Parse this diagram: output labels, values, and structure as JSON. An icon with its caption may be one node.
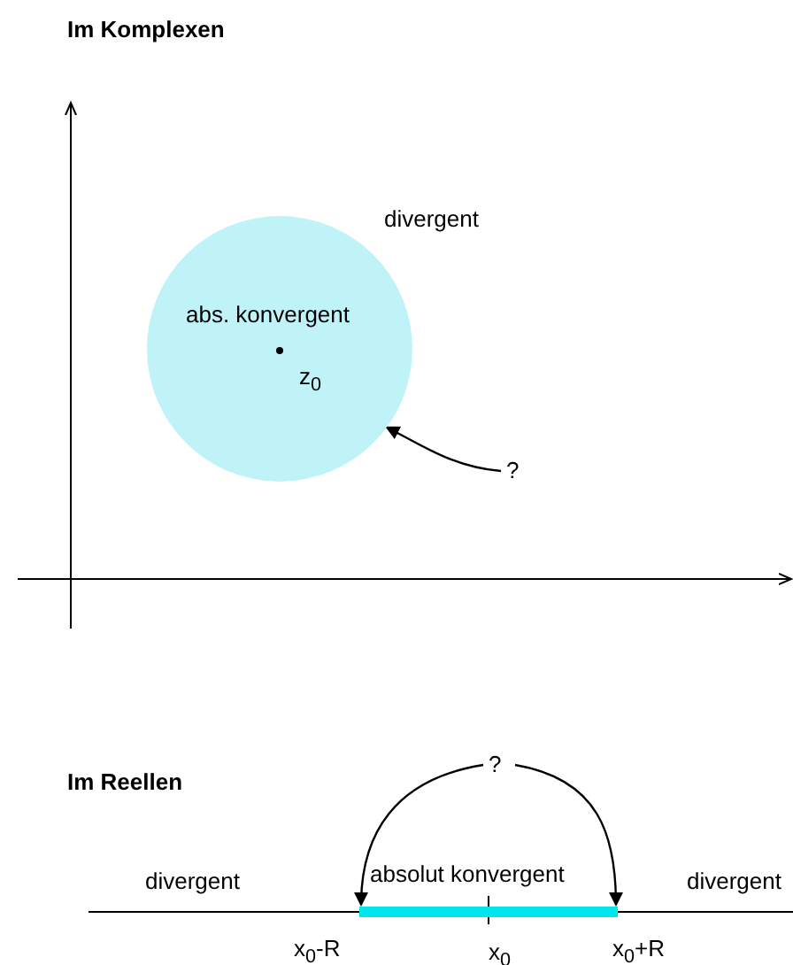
{
  "diagram": {
    "nodes": [
      {
        "text": [
          "abs. konvergent",
          "z$_{0}$"
        ]
      },
      {
        "text": [
          "?"
        ]
      },
      {
        "text": [
          "?"
        ]
      },
      {
        "text": [],
        "shape": "bar"
      }
    ],
    "edges": [
      {
        "from": 1,
        "to": 0,
        "arrow": "to"
      },
      {
        "from": 2,
        "to": 3,
        "arrow": "to"
      },
      {
        "from": 2,
        "to": 3,
        "arrow": "to"
      }
    ],
    "labels": [
      "Im Komplexen",
      "divergent",
      "Im Reellen",
      "divergent",
      "absolut konvergent",
      "divergent",
      "x$_{0}$-R",
      "x$_{0}$",
      "x$_{0}$+R"
    ]
  }
}
